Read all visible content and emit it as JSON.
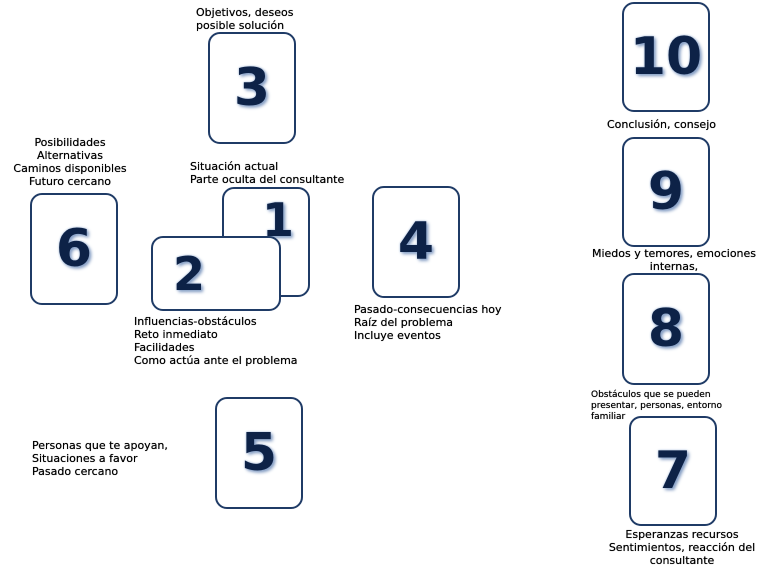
{
  "cards": {
    "c1": "1",
    "c2": "2",
    "c3": "3",
    "c4": "4",
    "c5": "5",
    "c6": "6",
    "c7": "7",
    "c8": "8",
    "c9": "9",
    "c10": "10"
  },
  "labels": {
    "l3": [
      "Objetivos, deseos",
      "posible solución"
    ],
    "l1": [
      "Situación actual",
      "Parte oculta del consultante"
    ],
    "l6": [
      "Posibilidades",
      "Alternativas",
      "Caminos disponibles",
      "Futuro cercano"
    ],
    "l2": [
      "Influencias-obstáculos",
      "Reto inmediato",
      "Facilidades",
      "Como actúa ante el problema"
    ],
    "l4": [
      "Pasado-consecuencias hoy",
      "Raíz del problema",
      "Incluye eventos"
    ],
    "l5": [
      "Personas que te apoyan,",
      "Situaciones a favor",
      "Pasado cercano"
    ],
    "l10": [
      "Conclusión, consejo"
    ],
    "l9": [
      "Miedos y temores, emociones",
      "internas,"
    ],
    "l8": [
      "Obstáculos que se pueden",
      "presentar, personas, entorno",
      "familiar"
    ],
    "l7": [
      "Esperanzas recursos",
      "Sentimientos, reacción del",
      "consultante"
    ]
  },
  "colors": {
    "card_border": "#1f3b66",
    "number": "#0d2247"
  }
}
